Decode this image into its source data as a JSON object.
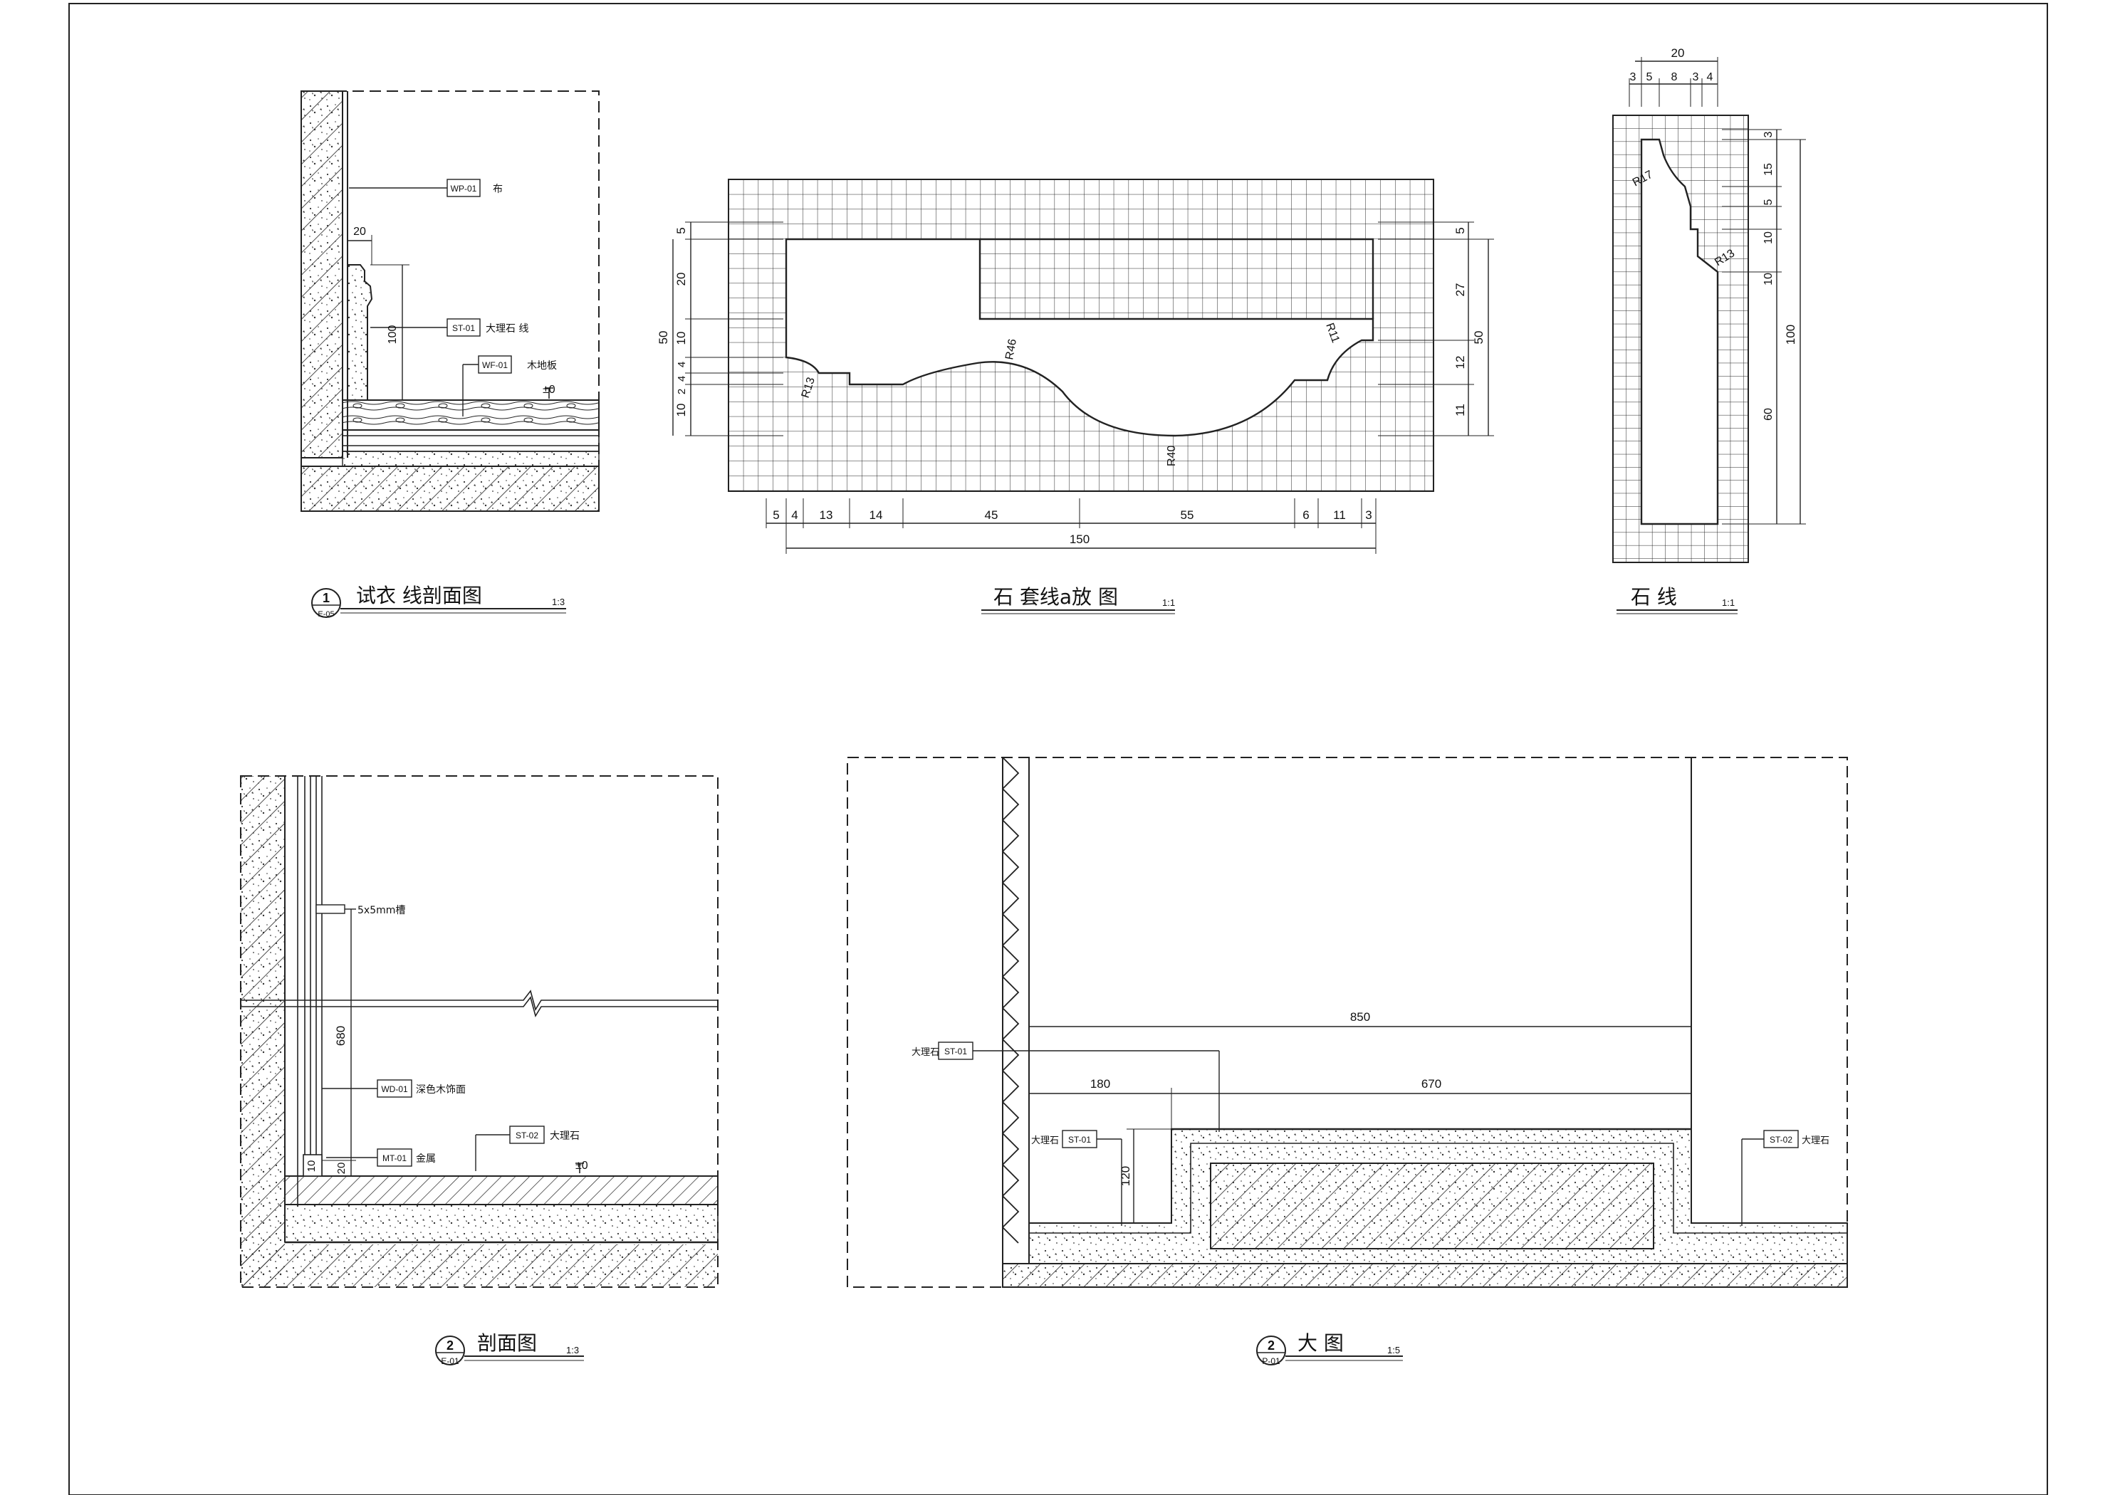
{
  "drawing_1": {
    "ref_no": "1",
    "ref_sheet": "E-05",
    "title": "试衣 线剖面图",
    "scale": "1:3",
    "tags": {
      "wp": "WP-01",
      "wp_note": "布",
      "st": "ST-01",
      "st_note": "大理石 线",
      "wf": "WF-01",
      "wf_note": "木地板"
    },
    "dims": {
      "width": "20",
      "height": "100"
    },
    "level": "±0"
  },
  "drawing_2": {
    "title": "石 套线a放 图",
    "scale": "1:1",
    "dims_left": [
      "5",
      "20",
      "10",
      "4",
      "4",
      "2",
      "10"
    ],
    "dim_left_total": "50",
    "dims_right": [
      "5",
      "27",
      "12",
      "11"
    ],
    "dim_right_total": "50",
    "dims_bottom": [
      "5",
      "4",
      "13",
      "14",
      "45",
      "55",
      "6",
      "11",
      "3"
    ],
    "dim_bottom_total": "150",
    "radii": [
      "R13",
      "R46",
      "R40",
      "R11"
    ]
  },
  "drawing_3": {
    "title": "石 线",
    "scale": "1:1",
    "dim_top_total": "20",
    "dims_top": [
      "3",
      "5",
      "8",
      "3",
      "4"
    ],
    "dims_right": [
      "3",
      "15",
      "5",
      "10",
      "10",
      "60"
    ],
    "dim_right_total": "100",
    "radii": [
      "R17",
      "R13"
    ]
  },
  "drawing_4": {
    "ref_no": "2",
    "ref_sheet": "E-01",
    "title": "剖面图",
    "scale": "1:3",
    "tags": {
      "screw_note": "5x5mm槽",
      "wd": "WD-01",
      "wd_note": "深色木饰面",
      "mt": "MT-01",
      "mt_note": "金属",
      "st": "ST-02",
      "st_note": "大理石"
    },
    "dims": {
      "height": "680",
      "base": "20",
      "small": "10"
    },
    "level": "±0"
  },
  "drawing_5": {
    "ref_no": "2",
    "ref_sheet": "P-01",
    "title": "大 图",
    "scale": "1:5",
    "dims": {
      "total": "850",
      "left": "180",
      "right": "670",
      "height": "120"
    },
    "tags": {
      "st1_top": "ST-01",
      "st1_top_note": "大理石",
      "st1_side": "ST-01",
      "st1_side_note": "大理石",
      "st2": "ST-02",
      "st2_note": "大理石"
    }
  }
}
